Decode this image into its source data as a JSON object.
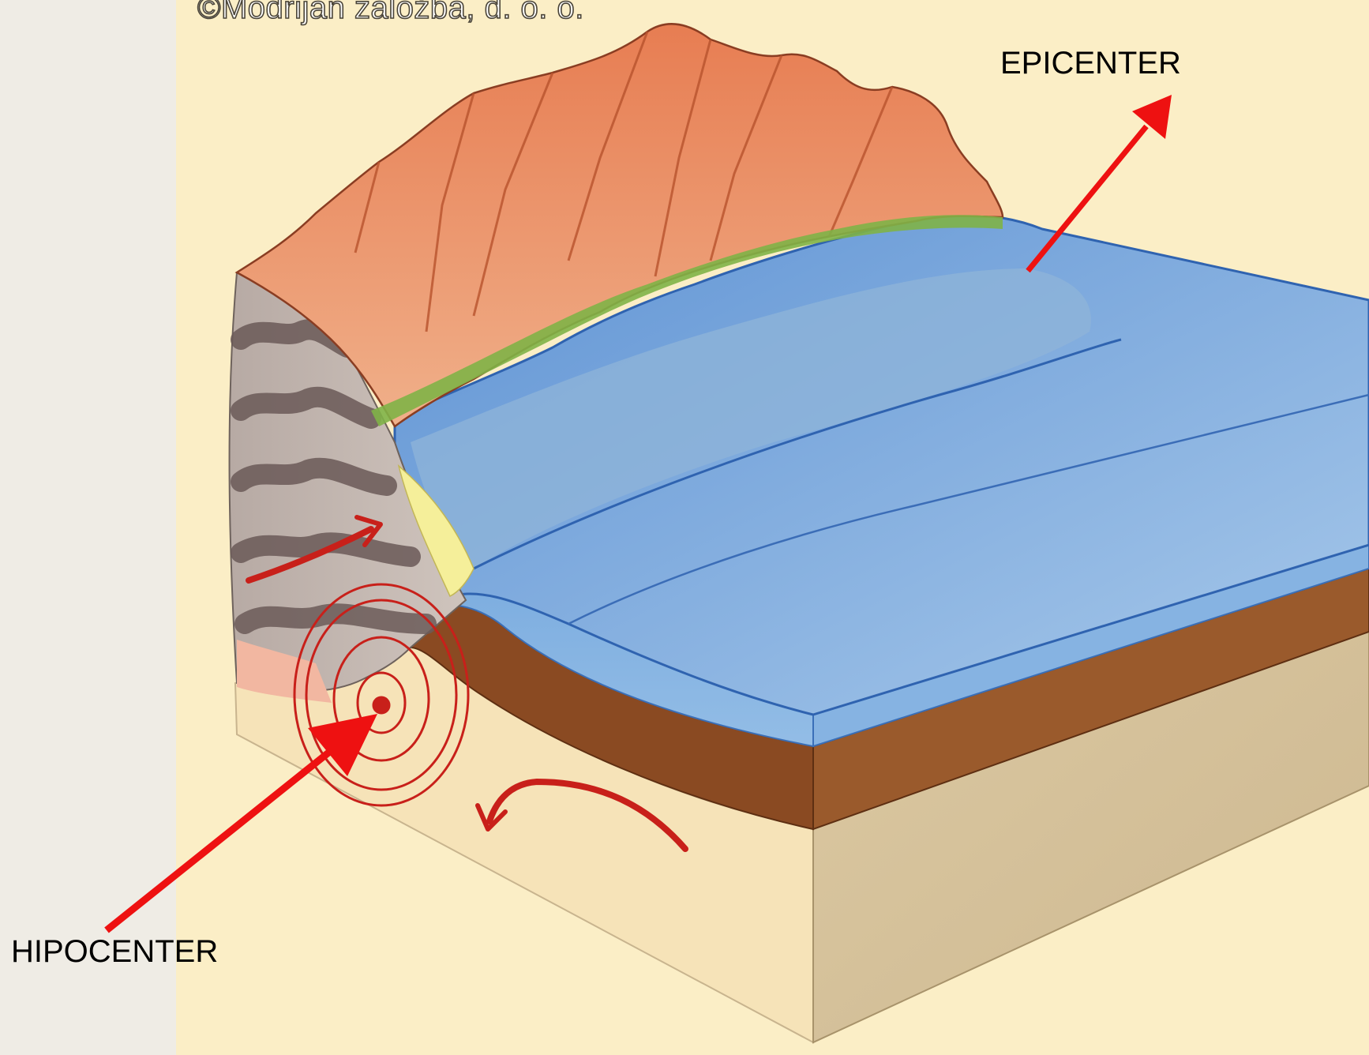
{
  "copyright": "©Modrijan založba, d. o. o.",
  "labels": {
    "epicenter": "EPICENTER",
    "hipocenter": "HIPOCENTER"
  },
  "colors": {
    "panel_background": "#fbeec6",
    "left_margin": "#efece5",
    "mountain": "#e68b63",
    "sea": "#8fb7e2",
    "crust_brown": "#8a4a22",
    "mantle_light": "#f3dfb3",
    "arrow_red": "#ee1111"
  }
}
